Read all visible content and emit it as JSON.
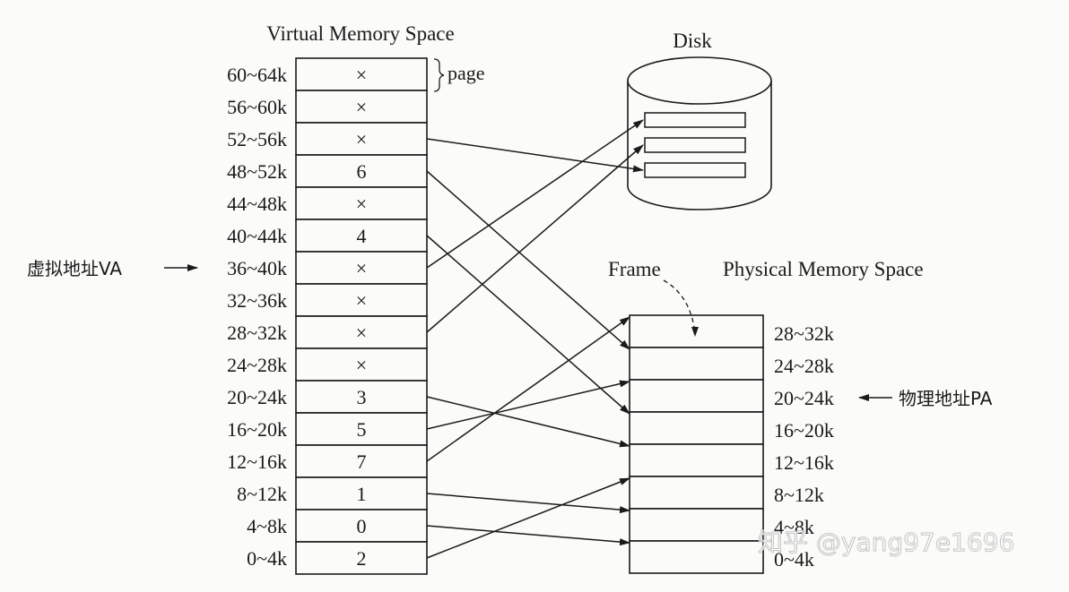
{
  "virtual": {
    "title": "Virtual Memory Space",
    "page_label": "page",
    "va_label": "虚拟地址VA",
    "rows": [
      {
        "range": "60~64k",
        "frame": "×"
      },
      {
        "range": "56~60k",
        "frame": "×"
      },
      {
        "range": "52~56k",
        "frame": "×"
      },
      {
        "range": "48~52k",
        "frame": "6"
      },
      {
        "range": "44~48k",
        "frame": "×"
      },
      {
        "range": "40~44k",
        "frame": "4"
      },
      {
        "range": "36~40k",
        "frame": "×"
      },
      {
        "range": "32~36k",
        "frame": "×"
      },
      {
        "range": "28~32k",
        "frame": "×"
      },
      {
        "range": "24~28k",
        "frame": "×"
      },
      {
        "range": "20~24k",
        "frame": "3"
      },
      {
        "range": "16~20k",
        "frame": "5"
      },
      {
        "range": "12~16k",
        "frame": "7"
      },
      {
        "range": "8~12k",
        "frame": "1"
      },
      {
        "range": "4~8k",
        "frame": "0"
      },
      {
        "range": "0~4k",
        "frame": "2"
      }
    ]
  },
  "disk": {
    "title": "Disk",
    "slots": 3
  },
  "physical": {
    "title": "Physical Memory Space",
    "frame_label": "Frame",
    "pa_label": "物理地址PA",
    "rows": [
      "28~32k",
      "24~28k",
      "20~24k",
      "16~20k",
      "12~16k",
      "8~12k",
      "4~8k",
      "0~4k"
    ]
  },
  "mappings_to_frames": [
    {
      "virtual_row": 3,
      "frame": 6
    },
    {
      "virtual_row": 5,
      "frame": 4
    },
    {
      "virtual_row": 10,
      "frame": 3
    },
    {
      "virtual_row": 11,
      "frame": 5
    },
    {
      "virtual_row": 12,
      "frame": 7
    },
    {
      "virtual_row": 13,
      "frame": 1
    },
    {
      "virtual_row": 14,
      "frame": 0
    },
    {
      "virtual_row": 15,
      "frame": 2
    }
  ],
  "mappings_to_disk": [
    {
      "virtual_row": 2,
      "slot": 2
    },
    {
      "virtual_row": 6,
      "slot": 0
    },
    {
      "virtual_row": 8,
      "slot": 1
    }
  ],
  "watermark": "知乎 @yang97e1696"
}
